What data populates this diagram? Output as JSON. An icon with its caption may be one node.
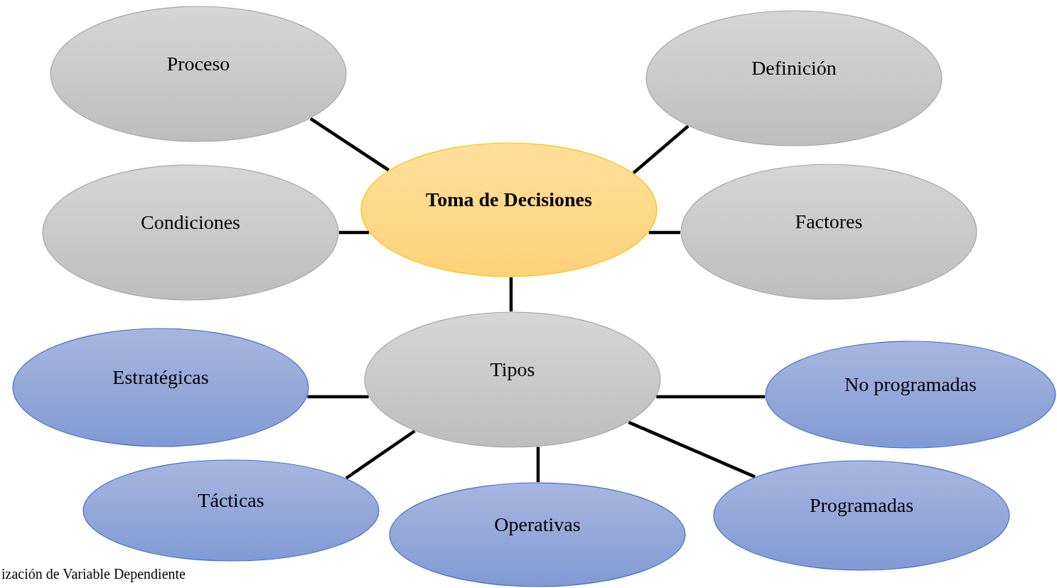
{
  "diagram": {
    "caption": "ización de Variable Dependiente",
    "nodes": [
      {
        "text": [
          "Toma de Decisiones"
        ]
      },
      {
        "text": [
          "Proceso"
        ]
      },
      {
        "text": [
          "Definición"
        ]
      },
      {
        "text": [
          "Condiciones"
        ]
      },
      {
        "text": [
          "Factores"
        ]
      },
      {
        "text": [
          "Tipos"
        ]
      },
      {
        "text": [
          "Estratégicas"
        ]
      },
      {
        "text": [
          "No programadas"
        ]
      },
      {
        "text": [
          "Tácticas"
        ]
      },
      {
        "text": [
          "Operativas"
        ]
      },
      {
        "text": [
          "Programadas"
        ]
      }
    ],
    "edges": [
      {
        "from": 0,
        "to": 1,
        "arrow": "none"
      },
      {
        "from": 0,
        "to": 2,
        "arrow": "none"
      },
      {
        "from": 0,
        "to": 3,
        "arrow": "none"
      },
      {
        "from": 0,
        "to": 4,
        "arrow": "none"
      },
      {
        "from": 0,
        "to": 5,
        "arrow": "none"
      },
      {
        "from": 5,
        "to": 6,
        "arrow": "none"
      },
      {
        "from": 5,
        "to": 7,
        "arrow": "none"
      },
      {
        "from": 5,
        "to": 8,
        "arrow": "none"
      },
      {
        "from": 5,
        "to": 9,
        "arrow": "none"
      },
      {
        "from": 5,
        "to": 10,
        "arrow": "none"
      }
    ]
  }
}
